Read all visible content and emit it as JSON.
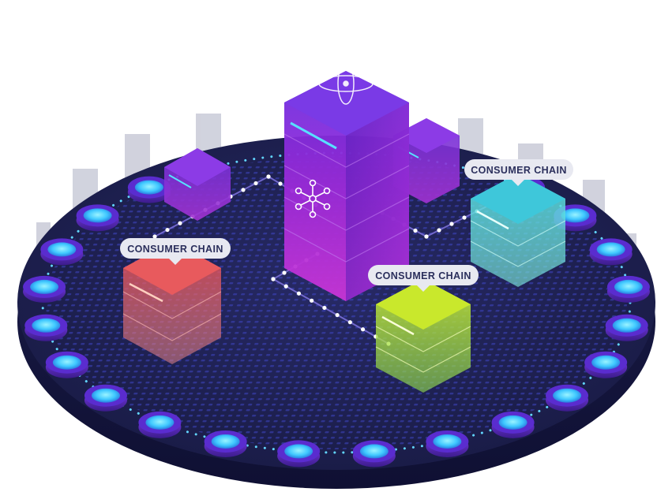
{
  "labels": {
    "consumer_left": "CONSUMER CHAIN",
    "consumer_right": "CONSUMER CHAIN",
    "consumer_middle": "CONSUMER CHAIN"
  },
  "colors": {
    "platform_top": "#1d1f4a",
    "platform_side": "#13153a",
    "grid_dot": "#4a4fd6",
    "ring_dot": "#62d6ff",
    "node_glow": "#5fe0ff",
    "hub_purple": "#7d2be0",
    "hub_magenta": "#c234d8",
    "chain_red": "#e8484d",
    "chain_teal": "#45d6d6",
    "chain_green": "#b8e23a",
    "bar_grey": "#c9cbd8",
    "label_bg": "#e8e9f1",
    "label_text": "#2b2f5c"
  },
  "icons": {
    "hub": "network-hub-icon",
    "atom": "atom-orbit-icon"
  }
}
